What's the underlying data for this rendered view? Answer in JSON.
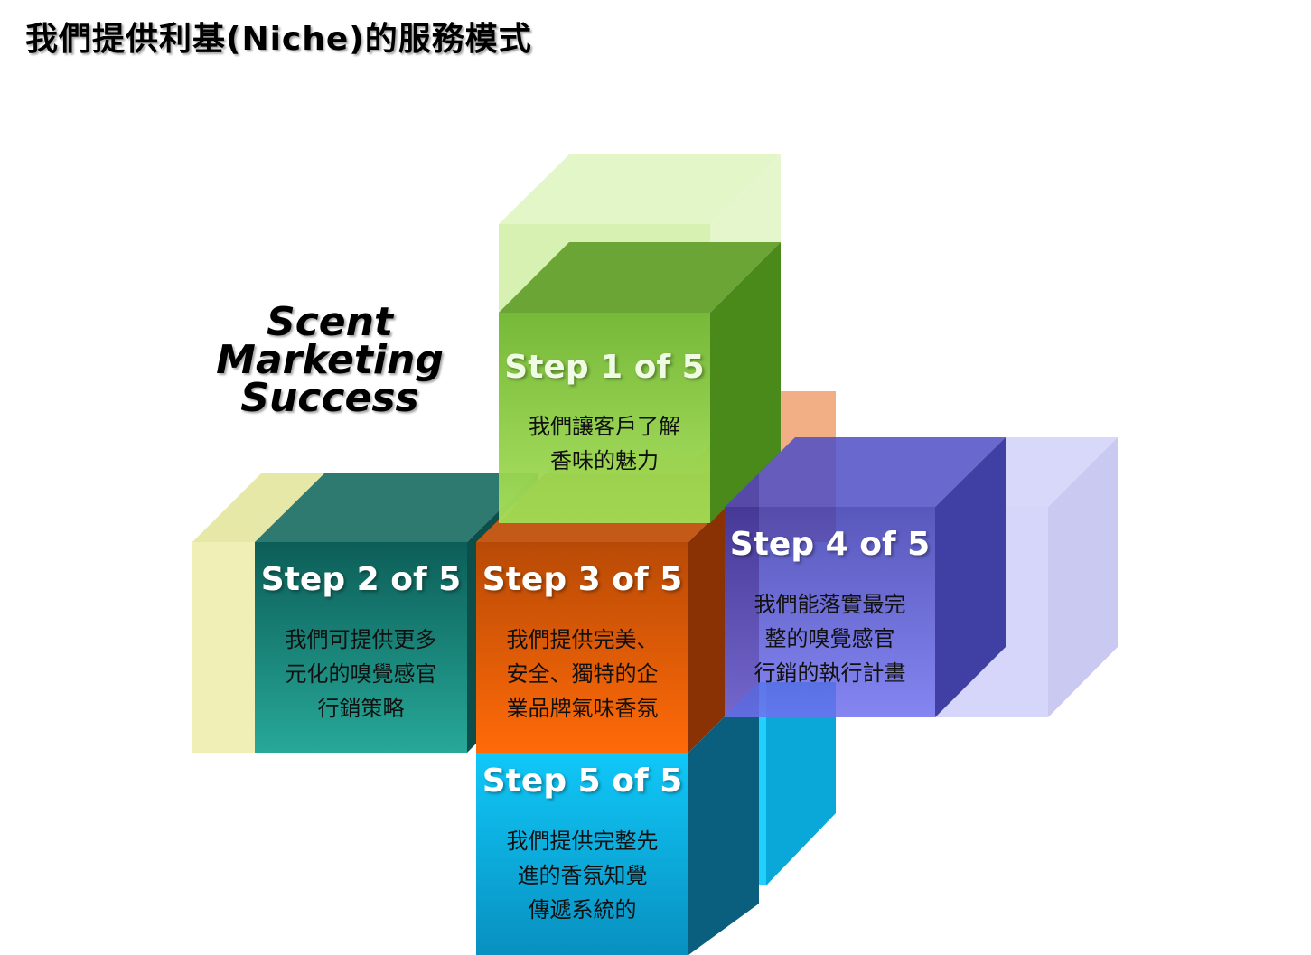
{
  "title": "我們提供利基(Niche)的服務模式",
  "tagline": [
    "Scent",
    "Marketing",
    "Success"
  ],
  "steps": [
    {
      "title": "Step 1 of 5",
      "lines": [
        "我們讓客戶了解",
        "香味的魅力"
      ],
      "color": "#7cc243"
    },
    {
      "title": "Step 2 of 5",
      "lines": [
        "我們可提供更多",
        "元化的嗅覺感官",
        "行銷策略"
      ],
      "color": "#1c8a80"
    },
    {
      "title": "Step 3 of 5",
      "lines": [
        "我們提供完美、",
        "安全、獨特的企",
        "業品牌氣味香氛"
      ],
      "color": "#e8600c"
    },
    {
      "title": "Step 4 of 5",
      "lines": [
        "我們能落實最完",
        "整的嗅覺感官",
        "行銷的執行計畫"
      ],
      "color": "#6464e8"
    },
    {
      "title": "Step 5 of 5",
      "lines": [
        "我們提供完整先",
        "進的香氛知覺",
        "傳遞系統的"
      ],
      "color": "#18a8d8"
    }
  ]
}
